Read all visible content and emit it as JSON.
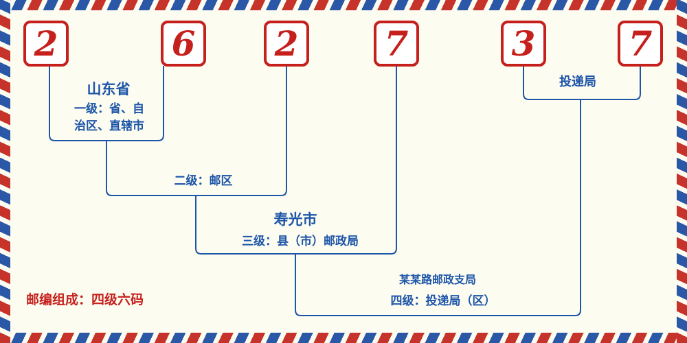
{
  "diagram": {
    "kind": "postal-code-structure",
    "digits": [
      "2",
      "6",
      "2",
      "7",
      "3",
      "7"
    ],
    "labels": {
      "province": "山东省",
      "level1": "一级：省、自治区、直辖市",
      "level2": "二级：邮区",
      "city": "寿光市",
      "level3": "三级：县（市）邮政局",
      "branch": "某某路邮政支局",
      "level4": "四级：投递局（区）",
      "delivery": "投递局",
      "composition": "邮编组成：四级六码"
    },
    "colors": {
      "digit_red": "#c5201c",
      "line_blue": "#1d55a8",
      "stripe_red": "#c5332b",
      "stripe_blue": "#2b57a7",
      "background": "#fcfcf1"
    }
  }
}
